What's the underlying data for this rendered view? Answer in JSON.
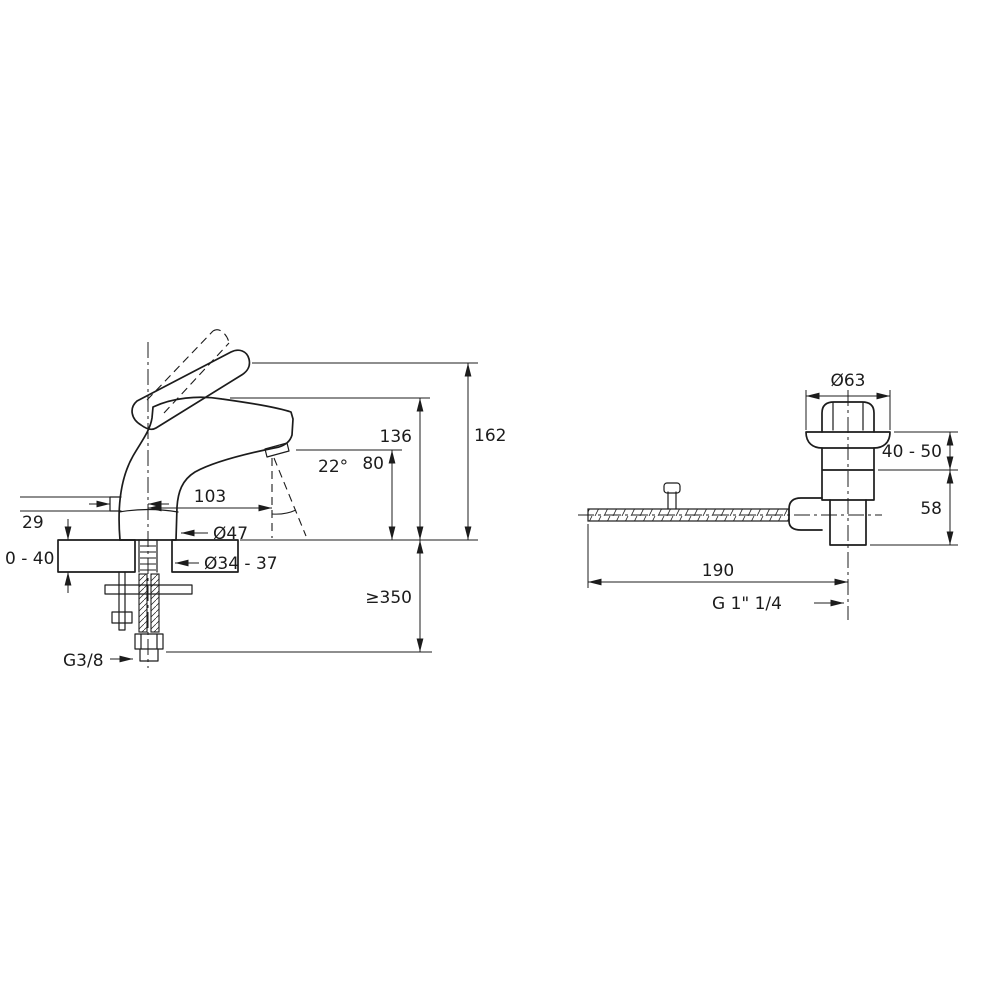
{
  "drawing": {
    "background": "#ffffff",
    "line_color": "#1c1c1c",
    "faucet": {
      "dims": {
        "total_height": "162",
        "spout_height": "136",
        "outlet_height": "80",
        "stream_angle": "22°",
        "spout_reach": "103",
        "rear_offset": "29",
        "base_diameter": "Ø47",
        "mounting_hole_diameter": "Ø34 - 37",
        "deck_thickness_range": "0 - 40",
        "hose_min_length": "≥350",
        "supply_thread": "G3/8"
      }
    },
    "waste": {
      "dims": {
        "flange_diameter": "Ø63",
        "clamp_range": "40 - 50",
        "body_height": "58",
        "rod_length": "190",
        "outlet_thread": "G 1\" 1/4"
      }
    }
  }
}
